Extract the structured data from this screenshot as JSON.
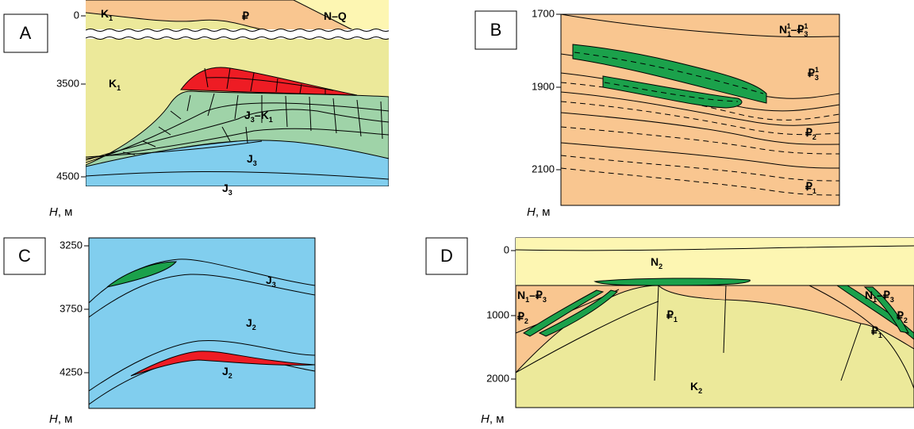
{
  "panels": [
    {
      "letter": "A",
      "depth_ticks": [
        "0",
        "3500",
        "4500"
      ],
      "axis_label": "H",
      "axis_unit": ", м",
      "units": {
        "k1_top": {
          "main": "K",
          "sub": "1",
          "sup": ""
        },
        "p_top": {
          "main": "₽",
          "sub": "",
          "sup": ""
        },
        "nq": {
          "main": "N–Q",
          "sub": "",
          "sup": ""
        },
        "k1_mid": {
          "main": "K",
          "sub": "1",
          "sup": ""
        },
        "j3k1": {
          "main": "J",
          "sub": "3",
          "sup": "",
          "tail_main": "–K",
          "tail_sub": "1"
        },
        "j3_a": {
          "main": "J",
          "sub": "3",
          "sup": ""
        },
        "j3_b": {
          "main": "J",
          "sub": "3",
          "sup": ""
        }
      }
    },
    {
      "letter": "B",
      "depth_ticks": [
        "1700",
        "1900",
        "2100"
      ],
      "axis_label": "H",
      "axis_unit": ", м",
      "units": {
        "n1p3": {
          "main": "N",
          "sub": "1",
          "sup": "1",
          "tail_main": "–₽",
          "tail_sub": "3",
          "tail_sup": "1"
        },
        "p31": {
          "main": "₽",
          "sub": "3",
          "sup": "1"
        },
        "p2": {
          "main": "₽",
          "sub": "2",
          "sup": ""
        },
        "p1": {
          "main": "₽",
          "sub": "1",
          "sup": ""
        }
      }
    },
    {
      "letter": "C",
      "depth_ticks": [
        "3250",
        "3750",
        "4250"
      ],
      "axis_label": "H",
      "axis_unit": ", м",
      "units": {
        "j3": {
          "main": "J",
          "sub": "3",
          "sup": ""
        },
        "j2_a": {
          "main": "J",
          "sub": "2",
          "sup": ""
        },
        "j2_b": {
          "main": "J",
          "sub": "2",
          "sup": ""
        }
      }
    },
    {
      "letter": "D",
      "depth_ticks": [
        "0",
        "1000",
        "2000"
      ],
      "axis_label": "H",
      "axis_unit": ", м",
      "units": {
        "n2": {
          "main": "N",
          "sub": "2",
          "sup": ""
        },
        "n1p3_left": {
          "main": "N",
          "sub": "1",
          "sup": "",
          "tail_main": "–₽",
          "tail_sub": "3"
        },
        "p2_left": {
          "main": "₽",
          "sub": "2",
          "sup": ""
        },
        "p1_mid": {
          "main": "₽",
          "sub": "1",
          "sup": ""
        },
        "k2": {
          "main": "K",
          "sub": "2",
          "sup": ""
        },
        "n1p3_right": {
          "main": "N",
          "sub": "1",
          "sup": "",
          "tail_main": "–₽",
          "tail_sub": "3"
        },
        "p2_right": {
          "main": "₽",
          "sub": "2",
          "sup": ""
        },
        "p1_right": {
          "main": "₽",
          "sub": "1",
          "sup": ""
        }
      }
    }
  ],
  "colors": {
    "pale_yellow": "#fdf6b2",
    "yellow_green": "#ece99a",
    "salmon": "#f9c690",
    "sage_green": "#9fd3a8",
    "light_blue": "#81ceee",
    "red_reservoir": "#ee1c24",
    "green_reservoir": "#1ba14b"
  }
}
